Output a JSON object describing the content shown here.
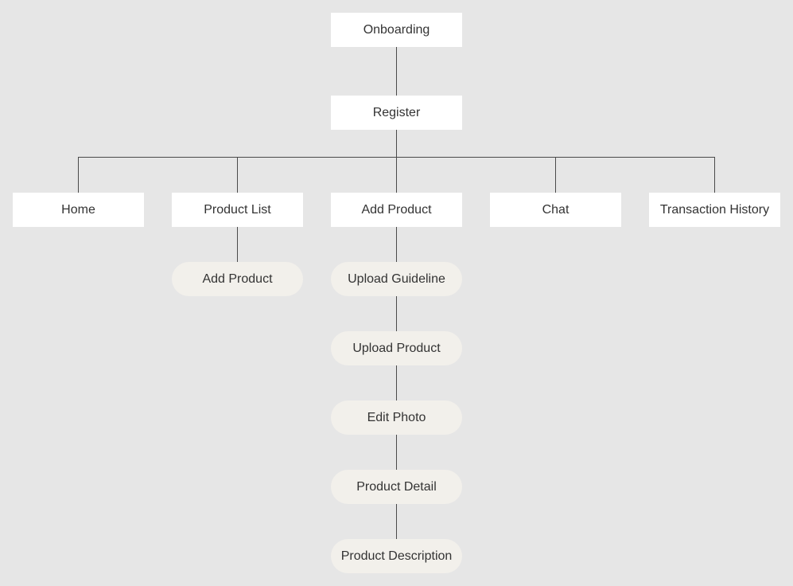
{
  "theme": {
    "background": "#e6e6e6",
    "screen_node_color": "#ffffff",
    "step_node_color": "#f2f0eb",
    "line_color": "#4a4a4a",
    "text_color": "#333333"
  },
  "nodes": {
    "onboarding": "Onboarding",
    "register": "Register",
    "home": "Home",
    "product_list": "Product List",
    "add_product": "Add Product",
    "chat": "Chat",
    "transaction_history": "Transaction History",
    "product_list_add_product": "Add Product",
    "upload_guideline": "Upload Guideline",
    "upload_product": "Upload Product",
    "edit_photo": "Edit Photo",
    "product_detail": "Product Detail",
    "product_description": "Product Description"
  }
}
